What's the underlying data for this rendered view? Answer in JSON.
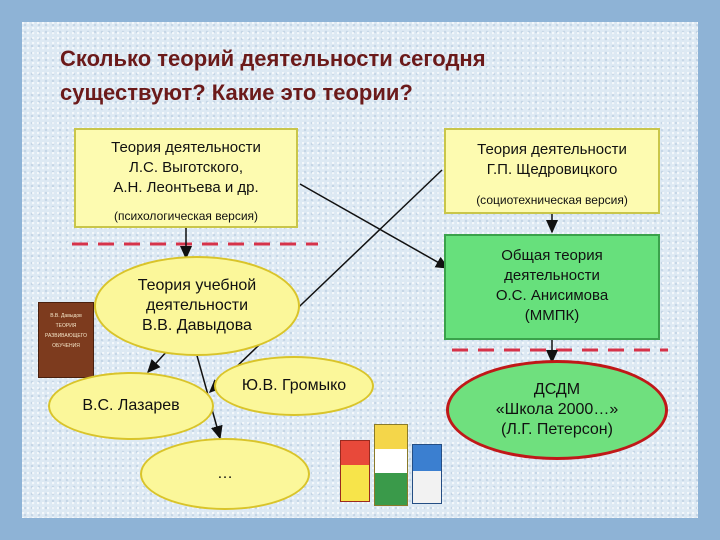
{
  "title_line1": "Сколько теорий деятельности сегодня",
  "title_line2": "существуют? Какие это теории?",
  "box_vygotsky": {
    "line1": "Теория деятельности",
    "line2": "Л.С. Выготского,",
    "line3": "А.Н. Леонтьева и др.",
    "sub": "(психологическая версия)"
  },
  "box_shchedrovitsky": {
    "line1": "Теория деятельности",
    "line2": "Г.П. Щедровицкого",
    "sub": "(социотехническая версия)"
  },
  "box_anisimov": {
    "line1": "Общая теория",
    "line2": "деятельности",
    "line3": "О.С. Анисимова",
    "line4": "(ММПК)"
  },
  "ellipse_davydov": {
    "line1": "Теория учебной",
    "line2": "деятельности",
    "line3": "В.В. Давыдова"
  },
  "ellipse_lazarev": {
    "label": "В.С. Лазарев"
  },
  "ellipse_gromyko": {
    "label": "Ю.В. Громыко"
  },
  "ellipse_dots": {
    "label": "…"
  },
  "ellipse_dsdm": {
    "line1": "ДСДМ",
    "line2": "«Школа 2000…»",
    "line3": "(Л.Г. Петерсон)"
  },
  "book_davydov": {
    "line1": "В.В. Давыдов",
    "line2": "ТЕОРИЯ",
    "line3": "РАЗВИВАЮЩЕГО",
    "line4": "ОБУЧЕНИЯ"
  },
  "colors": {
    "title": "#6b1a1a",
    "box_yellow": "#fdfbb0",
    "box_green": "#67e07c",
    "dashed_line": "#d6334a",
    "ellipse_red_border": "#c01818"
  }
}
